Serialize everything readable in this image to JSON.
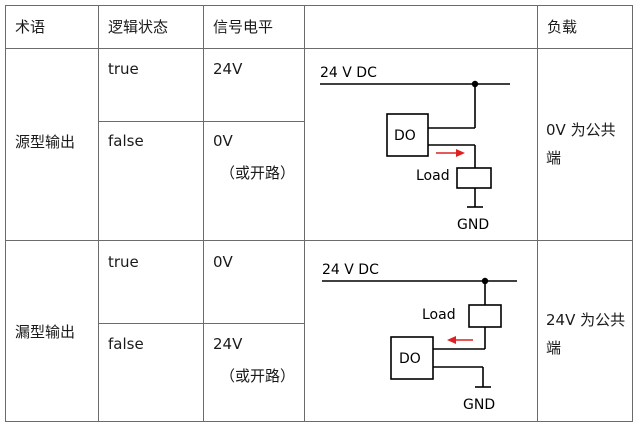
{
  "table": {
    "headers": [
      "术语",
      "逻辑状态",
      "信号电平",
      "",
      "负载"
    ],
    "rows": [
      {
        "term": "源型输出",
        "true_state": "true",
        "true_level": "24V",
        "false_state": "false",
        "false_level": "0V",
        "false_level_note": "（或开路）",
        "load_text": "0V 为公共端"
      },
      {
        "term": "漏型输出",
        "true_state": "true",
        "true_level": "0V",
        "false_state": "false",
        "false_level": "24V",
        "false_level_note": "（或开路）",
        "load_text": "24V 为公共端"
      }
    ]
  },
  "diagrams": {
    "source": {
      "supply": "24 V DC",
      "do": "DO",
      "load": "Load",
      "gnd": "GND"
    },
    "sink": {
      "supply": "24 V DC",
      "do": "DO",
      "load": "Load",
      "gnd": "GND"
    }
  },
  "colors": {
    "wire": "#000000",
    "arrow": "#e02020",
    "border": "#6b6b6b"
  }
}
